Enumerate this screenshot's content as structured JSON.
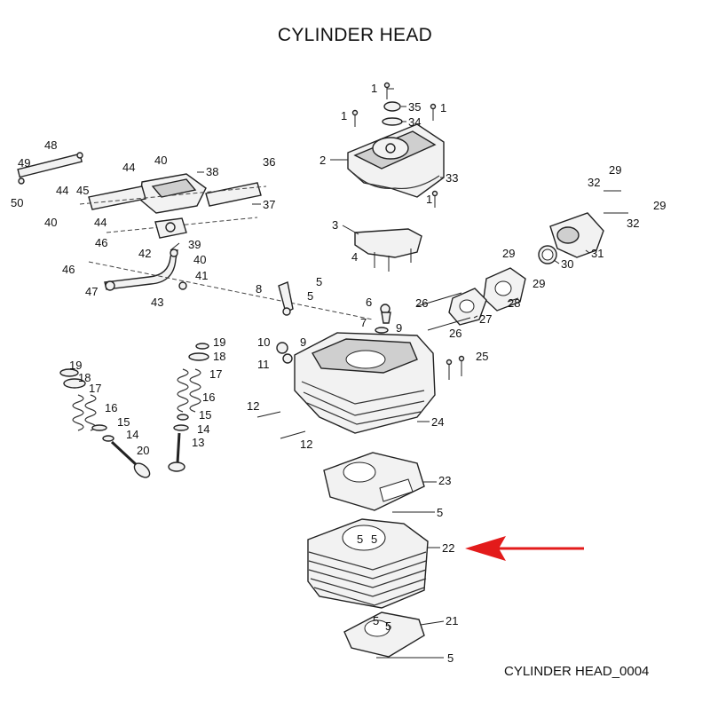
{
  "title": "CYLINDER HEAD",
  "footer": "CYLINDER HEAD_0004",
  "arrow_color": "#e31b1b",
  "callouts": [
    {
      "id": "c1a",
      "text": "1"
    },
    {
      "id": "c1b",
      "text": "1"
    },
    {
      "id": "c1c",
      "text": "1"
    },
    {
      "id": "c1d",
      "text": "1"
    },
    {
      "id": "c35",
      "text": "35"
    },
    {
      "id": "c34",
      "text": "34"
    },
    {
      "id": "c2",
      "text": "2"
    },
    {
      "id": "c33",
      "text": "33"
    },
    {
      "id": "c3",
      "text": "3"
    },
    {
      "id": "c4",
      "text": "4"
    },
    {
      "id": "c48",
      "text": "48"
    },
    {
      "id": "c49",
      "text": "49"
    },
    {
      "id": "c50",
      "text": "50"
    },
    {
      "id": "c40a",
      "text": "40"
    },
    {
      "id": "c44a",
      "text": "44"
    },
    {
      "id": "c38",
      "text": "38"
    },
    {
      "id": "c36",
      "text": "36"
    },
    {
      "id": "c44b",
      "text": "44"
    },
    {
      "id": "c45",
      "text": "45"
    },
    {
      "id": "c37",
      "text": "37"
    },
    {
      "id": "c40b",
      "text": "40"
    },
    {
      "id": "c44c",
      "text": "44"
    },
    {
      "id": "c39",
      "text": "39"
    },
    {
      "id": "c46a",
      "text": "46"
    },
    {
      "id": "c42",
      "text": "42"
    },
    {
      "id": "c40c",
      "text": "40"
    },
    {
      "id": "c46b",
      "text": "46"
    },
    {
      "id": "c41",
      "text": "41"
    },
    {
      "id": "c47",
      "text": "47"
    },
    {
      "id": "c43",
      "text": "43"
    },
    {
      "id": "c29a",
      "text": "29"
    },
    {
      "id": "c32a",
      "text": "32"
    },
    {
      "id": "c29b",
      "text": "29"
    },
    {
      "id": "c32b",
      "text": "32"
    },
    {
      "id": "c29c",
      "text": "29"
    },
    {
      "id": "c30",
      "text": "30"
    },
    {
      "id": "c31",
      "text": "31"
    },
    {
      "id": "c29d",
      "text": "29"
    },
    {
      "id": "c28",
      "text": "28"
    },
    {
      "id": "c27",
      "text": "27"
    },
    {
      "id": "c26a",
      "text": "26"
    },
    {
      "id": "c26b",
      "text": "26"
    },
    {
      "id": "c5a",
      "text": "5"
    },
    {
      "id": "c5b",
      "text": "5"
    },
    {
      "id": "c8",
      "text": "8"
    },
    {
      "id": "c6",
      "text": "6"
    },
    {
      "id": "c7",
      "text": "7"
    },
    {
      "id": "c9a",
      "text": "9"
    },
    {
      "id": "c10",
      "text": "10"
    },
    {
      "id": "c9b",
      "text": "9"
    },
    {
      "id": "c11",
      "text": "11"
    },
    {
      "id": "c25",
      "text": "25"
    },
    {
      "id": "c24",
      "text": "24"
    },
    {
      "id": "c12a",
      "text": "12"
    },
    {
      "id": "c12b",
      "text": "12"
    },
    {
      "id": "c19a",
      "text": "19"
    },
    {
      "id": "c18a",
      "text": "18"
    },
    {
      "id": "c17a",
      "text": "17"
    },
    {
      "id": "c16a",
      "text": "16"
    },
    {
      "id": "c15a",
      "text": "15"
    },
    {
      "id": "c14a",
      "text": "14"
    },
    {
      "id": "c20",
      "text": "20"
    },
    {
      "id": "c19b",
      "text": "19"
    },
    {
      "id": "c18b",
      "text": "18"
    },
    {
      "id": "c17b",
      "text": "17"
    },
    {
      "id": "c16b",
      "text": "16"
    },
    {
      "id": "c15b",
      "text": "15"
    },
    {
      "id": "c14b",
      "text": "14"
    },
    {
      "id": "c13",
      "text": "13"
    },
    {
      "id": "c23",
      "text": "23"
    },
    {
      "id": "c5c",
      "text": "5"
    },
    {
      "id": "c22",
      "text": "22"
    },
    {
      "id": "c5d",
      "text": "5"
    },
    {
      "id": "c5e",
      "text": "5"
    },
    {
      "id": "c21",
      "text": "21"
    },
    {
      "id": "c5f",
      "text": "5"
    },
    {
      "id": "c5g",
      "text": "5"
    },
    {
      "id": "c5h",
      "text": "5"
    }
  ]
}
